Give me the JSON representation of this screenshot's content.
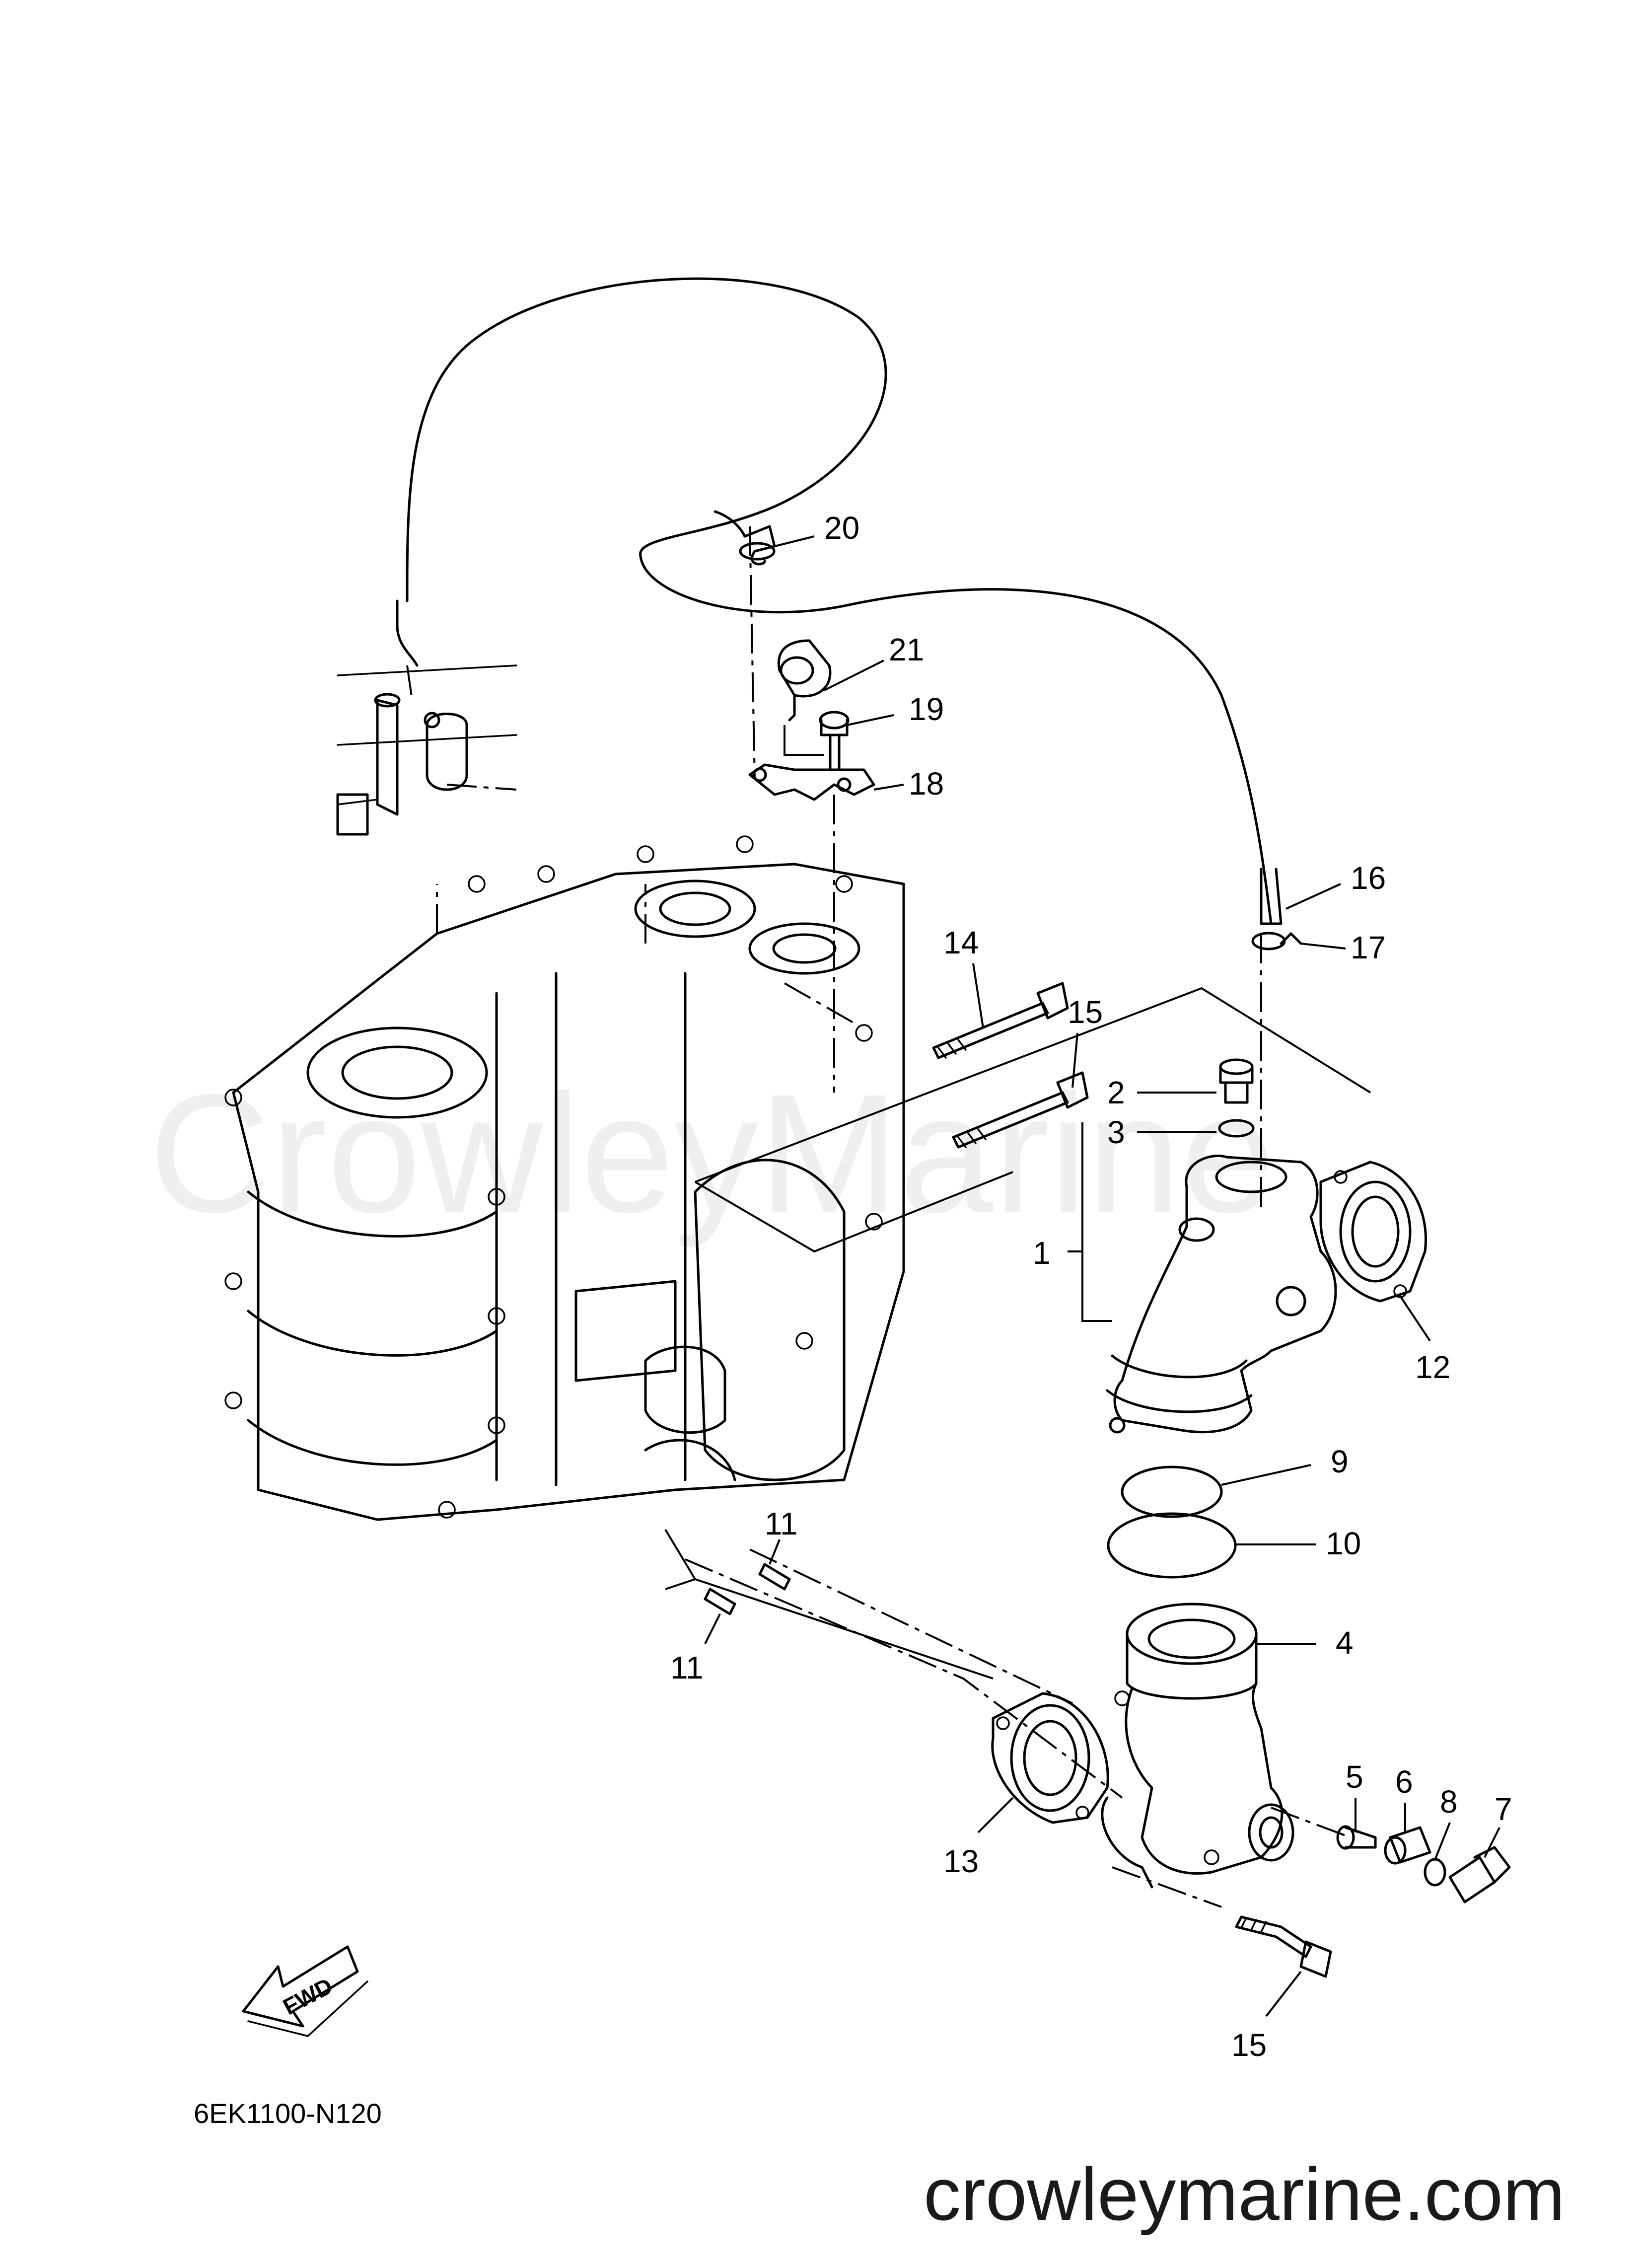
{
  "diagram": {
    "drawing_code": "6EK1100-N120",
    "website": "crowleymarine.com",
    "watermark": "CrowleyMarine",
    "fwd_label": "FWD",
    "callouts": [
      {
        "id": "1",
        "label": "1"
      },
      {
        "id": "2",
        "label": "2"
      },
      {
        "id": "3",
        "label": "3"
      },
      {
        "id": "4",
        "label": "4"
      },
      {
        "id": "5",
        "label": "5"
      },
      {
        "id": "6",
        "label": "6"
      },
      {
        "id": "7",
        "label": "7"
      },
      {
        "id": "8",
        "label": "8"
      },
      {
        "id": "9",
        "label": "9"
      },
      {
        "id": "10",
        "label": "10"
      },
      {
        "id": "11a",
        "label": "11"
      },
      {
        "id": "11b",
        "label": "11"
      },
      {
        "id": "12",
        "label": "12"
      },
      {
        "id": "13",
        "label": "13"
      },
      {
        "id": "14",
        "label": "14"
      },
      {
        "id": "15a",
        "label": "15"
      },
      {
        "id": "15b",
        "label": "15"
      },
      {
        "id": "16",
        "label": "16"
      },
      {
        "id": "17",
        "label": "17"
      },
      {
        "id": "18",
        "label": "18"
      },
      {
        "id": "19",
        "label": "19"
      },
      {
        "id": "20",
        "label": "20"
      },
      {
        "id": "21",
        "label": "21"
      }
    ]
  }
}
